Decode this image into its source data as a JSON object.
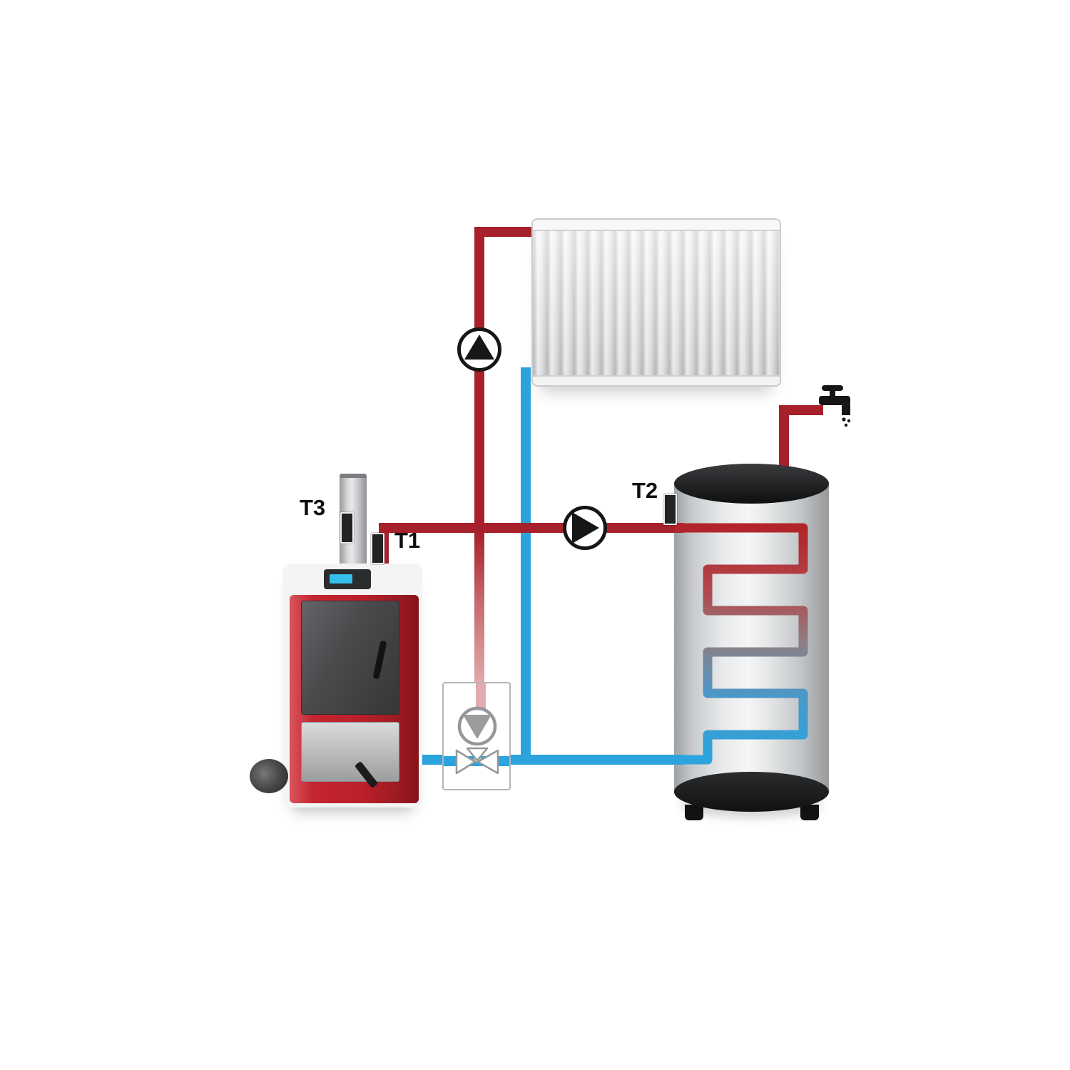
{
  "diagram": {
    "type": "hydronic-heating-system-schematic",
    "sensors": [
      {
        "id": "t1",
        "label": "T1",
        "location": "boiler-supply-outlet"
      },
      {
        "id": "t2",
        "label": "T2",
        "location": "storage-tank-inlet"
      },
      {
        "id": "t3",
        "label": "T3",
        "location": "chimney-flue"
      }
    ],
    "components": {
      "boiler": "solid-fuel-boiler",
      "radiator": "panel-radiator",
      "tank": "hot-water-storage-tank",
      "pumps": [
        "radiator-loop-pump",
        "tank-loop-pump",
        "mixing-group-pump"
      ],
      "valve": "three-way-mixing-valve",
      "tap": "hot-water-tap",
      "chimney": "flue-pipe"
    },
    "colors": {
      "hot_pipe": "#a7212a",
      "hot_pipe_faded": "#e2abad",
      "cold_pipe": "#2ba4de",
      "boiler_red": "#c0272e",
      "metal_dark": "#303133",
      "tank_gray": "#d9dbdd"
    }
  }
}
